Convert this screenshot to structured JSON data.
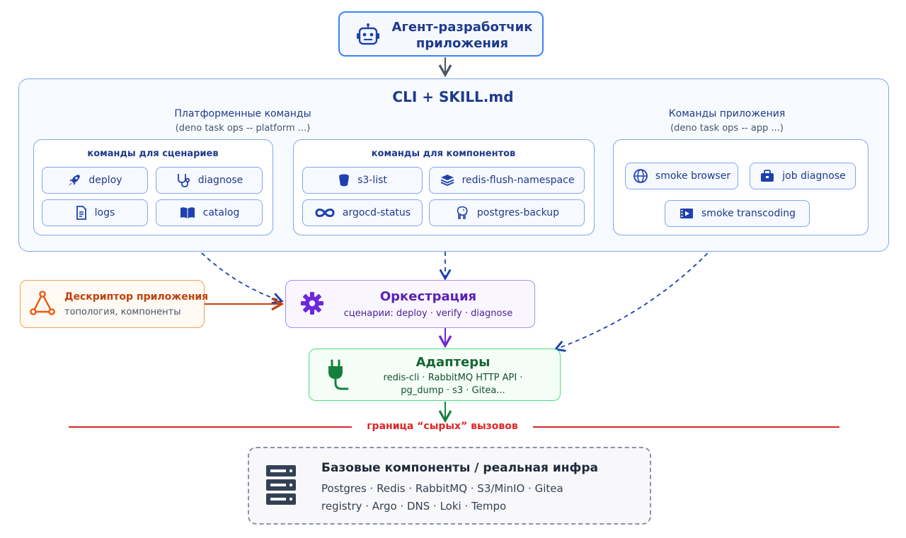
{
  "agent": {
    "title_line1": "Агент-разработчик",
    "title_line2": "приложения",
    "icon": "robot-icon"
  },
  "cli": {
    "title": "CLI + SKILL.md",
    "platform": {
      "title": "Платформенные команды",
      "subtitle": "(deno task ops -- platform ...)",
      "scenarios": {
        "title": "команды для сценариев",
        "items": [
          {
            "label": "deploy",
            "icon": "rocket-icon"
          },
          {
            "label": "diagnose",
            "icon": "stethoscope-icon"
          },
          {
            "label": "logs",
            "icon": "document-icon"
          },
          {
            "label": "catalog",
            "icon": "book-icon"
          }
        ]
      },
      "components": {
        "title": "команды для компонентов",
        "items": [
          {
            "label": "s3-list",
            "icon": "bucket-icon"
          },
          {
            "label": "redis-flush-namespace",
            "icon": "layers-icon"
          },
          {
            "label": "argocd-status",
            "icon": "infinity-icon"
          },
          {
            "label": "postgres-backup",
            "icon": "elephant-icon"
          }
        ]
      }
    },
    "app": {
      "title": "Команды приложения",
      "subtitle": "(deno task ops -- app ...)",
      "items": [
        {
          "label": "smoke browser",
          "icon": "globe-icon"
        },
        {
          "label": "job diagnose",
          "icon": "briefcase-icon"
        },
        {
          "label": "smoke transcoding",
          "icon": "film-icon"
        }
      ]
    }
  },
  "descriptor": {
    "title": "Дескриптор приложения",
    "subtitle": "топология, компоненты",
    "icon": "triangle-nodes-icon"
  },
  "orchestration": {
    "title": "Оркестрация",
    "subtitle": "сценарии: deploy · verify · diagnose",
    "icon": "gear-icon"
  },
  "adapters": {
    "title": "Адаптеры",
    "line1": "redis-cli · RabbitMQ HTTP API ·",
    "line2": "pg_dump · s3 · Gitea...",
    "icon": "plug-icon"
  },
  "boundary": {
    "label": "граница “сырых” вызовов"
  },
  "infra": {
    "title": "Базовые компоненты / реальная инфра",
    "line1": "Postgres · Redis · RabbitMQ · S3/MinIO · Gitea",
    "line2": "registry · Argo · DNS · Loki · Tempo",
    "icon": "server-icon"
  },
  "colors": {
    "blue": "#2563eb",
    "purple": "#7c3aed",
    "orange": "#ea580c",
    "green": "#16a34a",
    "red": "#dc2626"
  }
}
